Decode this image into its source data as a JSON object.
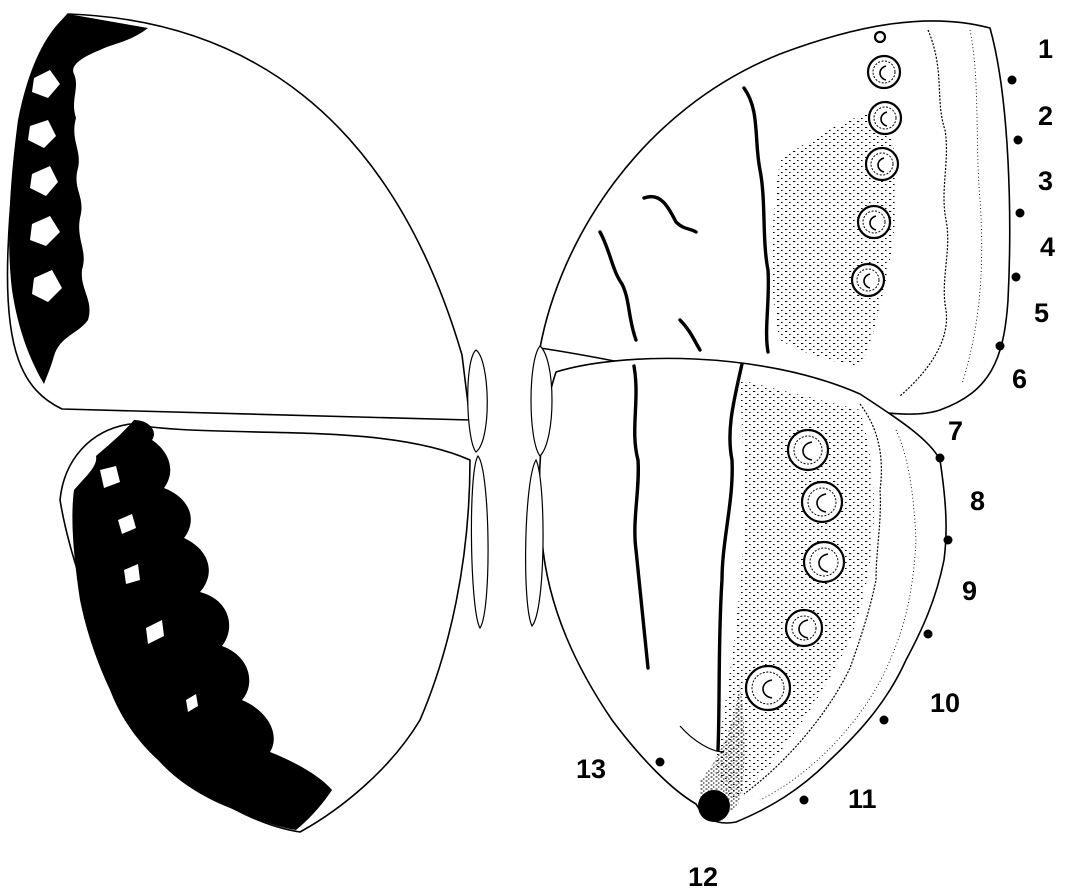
{
  "diagram": {
    "marginal_point_labels": [
      "1",
      "2",
      "3",
      "4",
      "5",
      "6",
      "7",
      "8",
      "9",
      "10",
      "11",
      "12",
      "13"
    ],
    "ink_color": "#000000",
    "background_color": "#ffffff"
  }
}
